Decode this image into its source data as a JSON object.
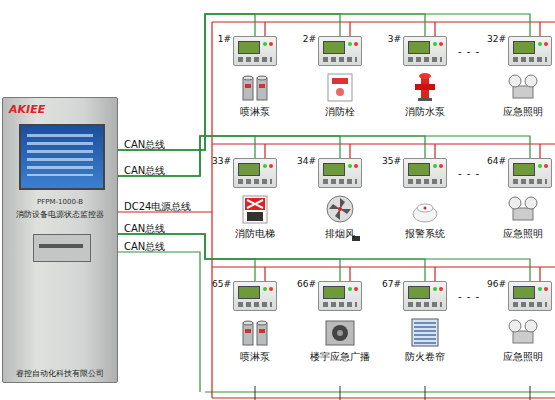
{
  "diagram": {
    "nodes": [
      {
        "text": [
          "AKIEE",
          "PFPM-1000-B",
          "消防设备电源状态监控器",
          "睿控自动化科技有限公司"
        ]
      },
      {
        "text": [
          "1#"
        ]
      },
      {
        "text": [
          "2#"
        ]
      },
      {
        "text": [
          "3#"
        ]
      },
      {
        "text": [
          "32#"
        ]
      },
      {
        "text": [
          "喷淋泵"
        ]
      },
      {
        "text": [
          "消防栓"
        ]
      },
      {
        "text": [
          "消防水泵"
        ]
      },
      {
        "text": [
          "应急照明"
        ]
      },
      {
        "text": [
          "33#"
        ]
      },
      {
        "text": [
          "34#"
        ]
      },
      {
        "text": [
          "35#"
        ]
      },
      {
        "text": [
          "64#"
        ]
      },
      {
        "text": [
          "消防电梯"
        ]
      },
      {
        "text": [
          "排烟风"
        ]
      },
      {
        "text": [
          "报警系统"
        ]
      },
      {
        "text": [
          "应急照明"
        ]
      },
      {
        "text": [
          "65#"
        ]
      },
      {
        "text": [
          "66#"
        ]
      },
      {
        "text": [
          "67#"
        ]
      },
      {
        "text": [
          "96#"
        ]
      },
      {
        "text": [
          "喷淋泵"
        ]
      },
      {
        "text": [
          "楼宇应急广播"
        ]
      },
      {
        "text": [
          "防火卷帘"
        ]
      },
      {
        "text": [
          "应急照明"
        ]
      }
    ],
    "edges": [
      {
        "from": 0,
        "to": 1,
        "arrow": "none"
      },
      {
        "from": 0,
        "to": 2,
        "arrow": "none"
      },
      {
        "from": 0,
        "to": 3,
        "arrow": "none"
      },
      {
        "from": 0,
        "to": 4,
        "arrow": "none"
      },
      {
        "from": 0,
        "to": 9,
        "arrow": "none"
      },
      {
        "from": 0,
        "to": 10,
        "arrow": "none"
      },
      {
        "from": 0,
        "to": 11,
        "arrow": "none"
      },
      {
        "from": 0,
        "to": 12,
        "arrow": "none"
      },
      {
        "from": 0,
        "to": 17,
        "arrow": "none"
      },
      {
        "from": 0,
        "to": 18,
        "arrow": "none"
      },
      {
        "from": 0,
        "to": 19,
        "arrow": "none"
      },
      {
        "from": 0,
        "to": 20,
        "arrow": "none"
      }
    ],
    "labels": [
      "CAN总线",
      "CAN总线",
      "DC24电源总线",
      "CAN总线",
      "CAN总线",
      "- - -",
      "- - -",
      "- - -"
    ]
  }
}
